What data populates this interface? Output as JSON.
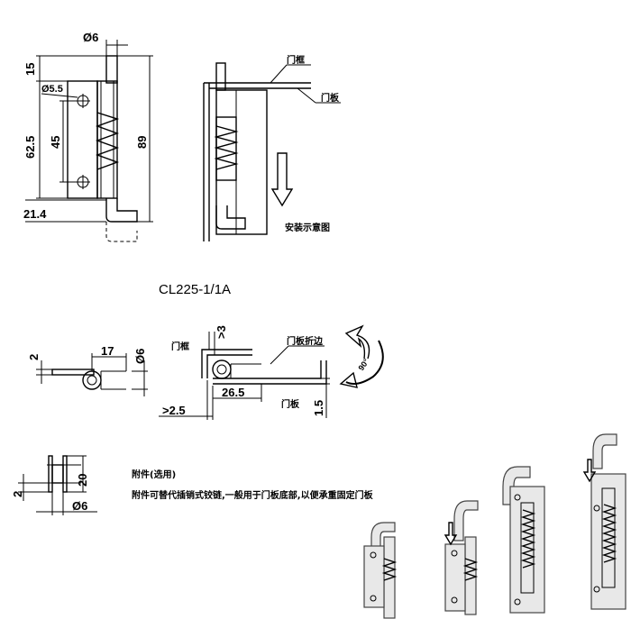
{
  "title": "CL225-1/1A",
  "dims": {
    "d6_top": "Ø6",
    "d55": "Ø5.5",
    "v15": "15",
    "v625": "62.5",
    "v45": "45",
    "v89": "89",
    "v214": "21.4",
    "v2_mid": "2",
    "v17": "17",
    "d6_mid": "Ø6",
    "gt3": ">3",
    "v265": "26.5",
    "gt25": ">2.5",
    "v15b": "1.5",
    "v2_bot": "2",
    "v20": "20",
    "d6_bot": "Ø6",
    "deg90": "90°"
  },
  "labels": {
    "door_frame": "门框",
    "door_panel": "门板",
    "install_diagram": "安装示意图",
    "door_frame_2": "门框",
    "door_panel_flange": "门板折边",
    "door_panel_2": "门板",
    "accessory_title": "附件(选用)",
    "accessory_desc": "附件可替代插销式铰链,一般用于门板底部,以便承重固定门板"
  }
}
